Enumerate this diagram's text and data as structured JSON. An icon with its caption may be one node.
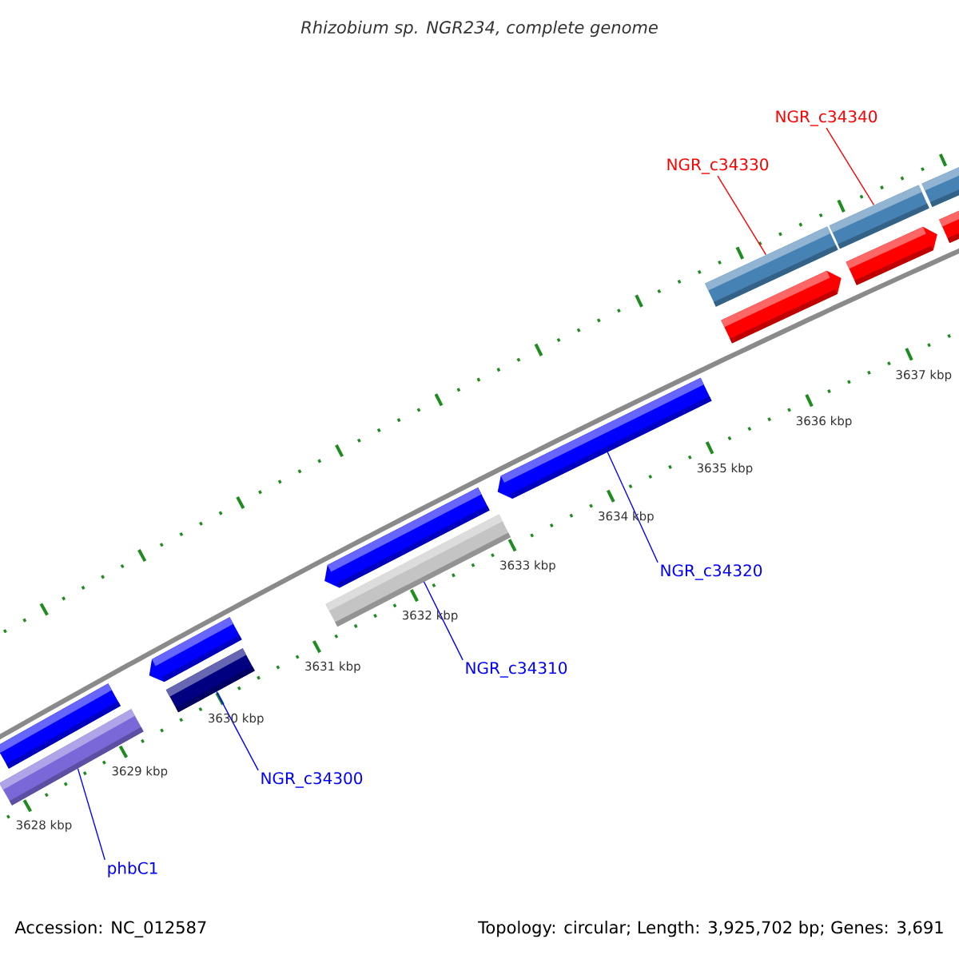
{
  "diagram": {
    "title": "Rhizobium sp. NGR234, complete genome",
    "nodes": [
      {
        "text": [
          "NGR_c34340"
        ]
      },
      {
        "text": [
          "NGR_c34330"
        ]
      },
      {
        "text": [
          "NGR_c34320"
        ]
      },
      {
        "text": [
          "NGR_c34310"
        ]
      },
      {
        "text": [
          "NGR_c34300"
        ]
      },
      {
        "text": [
          "phbC1"
        ]
      },
      {
        "text": [],
        "shape": "bar"
      },
      {
        "text": [],
        "shape": "bar"
      },
      {
        "text": [],
        "shape": "bar"
      },
      {
        "text": [],
        "shape": "bar"
      },
      {
        "text": [],
        "shape": "bar"
      },
      {
        "text": [],
        "shape": "bar"
      },
      {
        "text": [],
        "shape": "bar"
      },
      {
        "text": [],
        "shape": "bar"
      },
      {
        "text": [],
        "shape": "bar"
      },
      {
        "text": [],
        "shape": "bar"
      },
      {
        "text": [],
        "shape": "bar"
      },
      {
        "text": [],
        "shape": "bar"
      },
      {
        "text": [],
        "shape": "bar"
      }
    ],
    "edges": [
      {
        "from": 5,
        "to": 7,
        "arrow": "none"
      },
      {
        "from": 4,
        "to": 9,
        "arrow": "none"
      },
      {
        "from": 3,
        "to": 10,
        "arrow": "none"
      },
      {
        "from": 2,
        "to": 12,
        "arrow": "none"
      },
      {
        "from": 1,
        "to": 13,
        "arrow": "none",
        "color": "#ff0000"
      },
      {
        "from": 0,
        "to": 15,
        "arrow": "none",
        "color": "#ff0000"
      }
    ],
    "labels": [
      "3637 kbp",
      "3636 kbp",
      "3635 kbp",
      "3634 kbp",
      "3633 kbp",
      "3632 kbp",
      "3631 kbp",
      "3630 kbp",
      "3629 kbp",
      "3628 kbp",
      "Accession: NC_012587",
      "Topology: circular; Length: 3,925,702 bp; Genes: 3,691"
    ]
  }
}
